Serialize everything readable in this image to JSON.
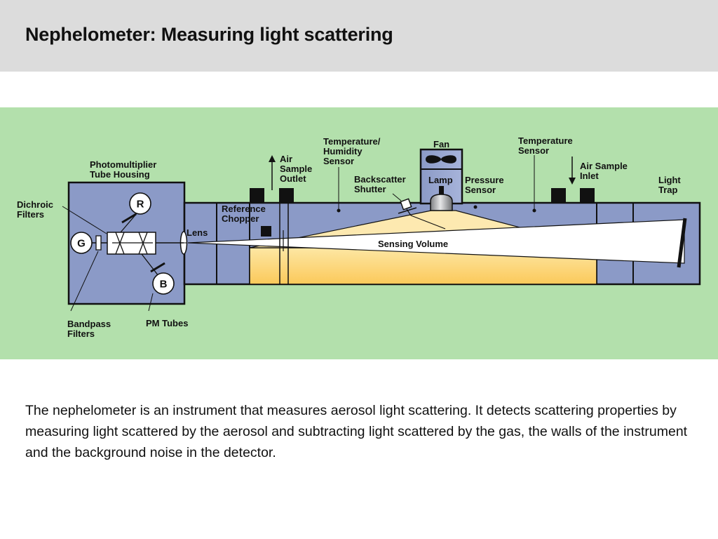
{
  "title": "Nephelometer: Measuring light scattering",
  "diagram": {
    "labels": {
      "pmt_housing": [
        "Photomultiplier",
        "Tube Housing"
      ],
      "dichroic_filters": [
        "Dichroic",
        "Filters"
      ],
      "bandpass_filters": [
        "Bandpass",
        "Filters"
      ],
      "pm_tubes": "PM Tubes",
      "lens": "Lens",
      "reference_chopper": [
        "Reference",
        "Chopper"
      ],
      "air_sample_outlet": [
        "Air",
        "Sample",
        "Outlet"
      ],
      "temp_humidity_sensor": [
        "Temperature/",
        "Humidity",
        "Sensor"
      ],
      "backscatter_shutter": [
        "Backscatter",
        "Shutter"
      ],
      "fan": "Fan",
      "lamp": "Lamp",
      "pressure_sensor": [
        "Pressure",
        "Sensor"
      ],
      "temperature_sensor": [
        "Temperature",
        "Sensor"
      ],
      "air_sample_inlet": [
        "Air Sample",
        "Inlet"
      ],
      "light_trap": [
        "Light",
        "Trap"
      ],
      "sensing_volume": "Sensing Volume"
    },
    "tubes": {
      "r": "R",
      "g": "G",
      "b": "B"
    },
    "colors": {
      "panel_bg": "#b3e0ac",
      "housing_fill": "#8b9ac7",
      "sensing_fill": "#fdd97a",
      "lamp_fill": "#a7a9ac",
      "outline": "#111111"
    }
  },
  "description": "The nephelometer is an instrument that measures aerosol light scattering. It detects scattering properties by measuring light scattered by the aerosol and subtracting light scattered by the gas, the walls of the instrument and the background noise in the detector."
}
